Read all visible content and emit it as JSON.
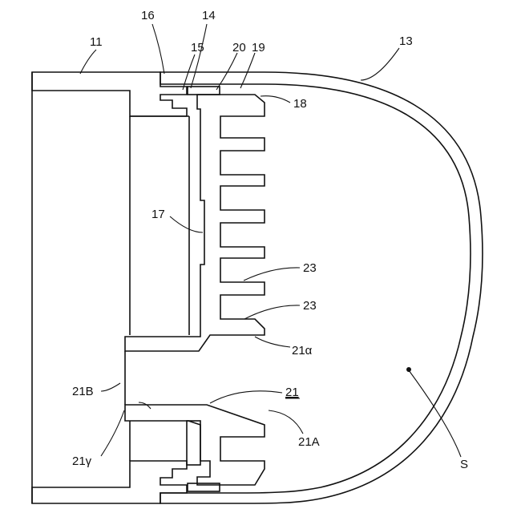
{
  "figure": {
    "labels": {
      "n11": "11",
      "n16": "16",
      "n14": "14",
      "n15": "15",
      "n20": "20",
      "n19": "19",
      "n13": "13",
      "n18": "18",
      "n17": "17",
      "n23a": "23",
      "n23b": "23",
      "n21alpha": "21α",
      "n21B": "21B",
      "n21": "21",
      "n21gamma": "21γ",
      "n21A": "21A",
      "nS": "S"
    }
  }
}
